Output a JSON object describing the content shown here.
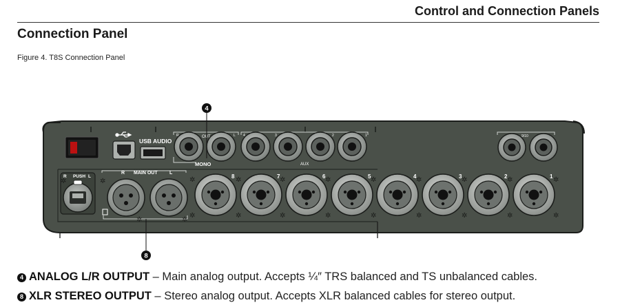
{
  "header": {
    "title": "Control and Connection Panels"
  },
  "section": {
    "title": "Connection Panel",
    "figure_caption": "Figure 4. T8S Connection Panel"
  },
  "panel": {
    "usb_label": "USB AUDIO",
    "out_label": "OUT",
    "aux_label": "AUX",
    "mono_label": "MONO",
    "main_out_label": "MAIN OUT",
    "main_out_r": "R",
    "main_out_l": "L",
    "push_label": "PUSH",
    "port_r": "R",
    "port_l": "L",
    "out_jack_r": "R",
    "out_jack_l": "L",
    "aux_numbers": [
      "4",
      "3",
      "2",
      "1"
    ],
    "channel_numbers": [
      "8",
      "7",
      "6",
      "5",
      "4",
      "3",
      "2",
      "1"
    ],
    "pair_label": "9/10"
  },
  "callouts": [
    {
      "number": "4",
      "term": "ANALOG L/R OUTPUT",
      "description": " – Main analog output. Accepts ¼″ TRS balanced and TS unbalanced cables."
    },
    {
      "number": "8",
      "term": "XLR STEREO OUTPUT",
      "description": " – Stereo analog output. Accepts XLR balanced cables for stereo output."
    }
  ],
  "colors": {
    "panel": "#4a5049",
    "panel_inner": "#3f453e",
    "jack": "#9a9e9b",
    "combo": "#b8bbb7",
    "outline": "#1b1d1b",
    "label_white": "#ffffff"
  }
}
